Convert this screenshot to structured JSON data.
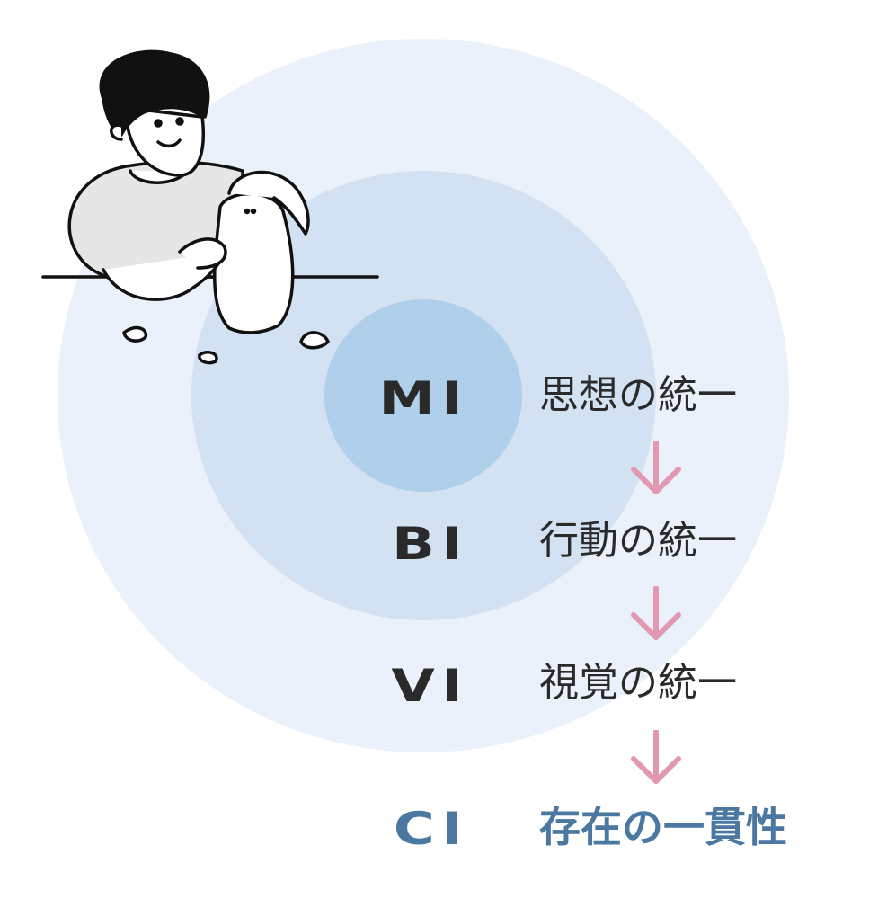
{
  "colors": {
    "outer": "#eaf1fa",
    "middle": "#d3e2f2",
    "inner": "#b0cfea",
    "text": "#2a2a2a",
    "accent": "#4a78a0",
    "arrow": "#e298b0"
  },
  "rows": [
    {
      "abbr": "MI",
      "label": "思想の統一"
    },
    {
      "abbr": "BI",
      "label": "行動の統一"
    },
    {
      "abbr": "VI",
      "label": "視覚の統一"
    },
    {
      "abbr": "CI",
      "label": "存在の一貫性"
    }
  ],
  "icons": {
    "arrow": "arrow-down-icon",
    "illustration": "person-sculpting-figure"
  }
}
